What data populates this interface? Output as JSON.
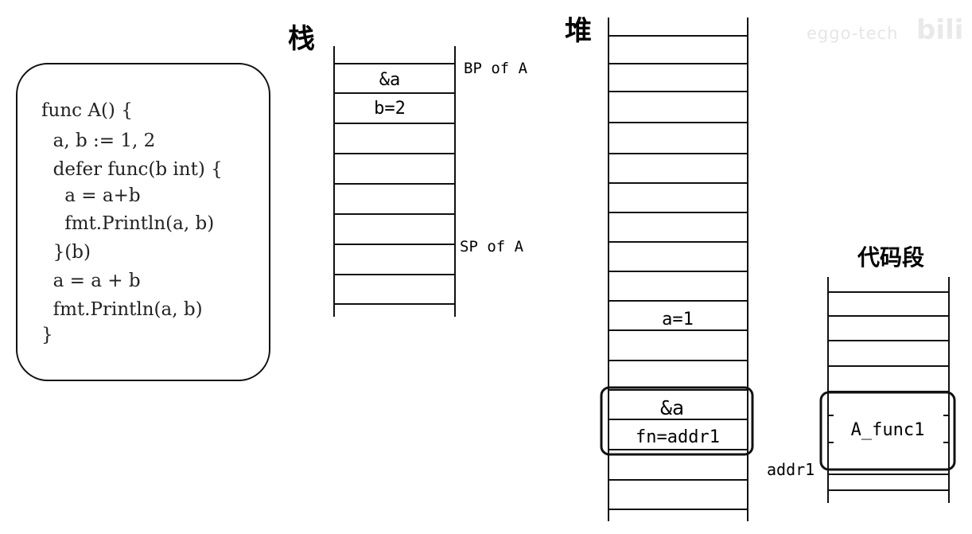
{
  "code": {
    "lines": [
      "func A() {",
      "  a, b := 1, 2",
      "  defer func(b int) {",
      "    a = a+b",
      "    fmt.Println(a, b)",
      "  }(b)",
      "  a = a + b",
      "  fmt.Println(a, b)",
      "}"
    ]
  },
  "stack": {
    "title": "栈",
    "cells": [
      "&a",
      "b=2"
    ],
    "bp_label": "BP of A",
    "sp_label": "SP of A"
  },
  "heap": {
    "title": "堆",
    "a_cell": "a=1",
    "closure_ref": "&a",
    "closure_fn": "fn=addr1"
  },
  "code_segment": {
    "title": "代码段",
    "func_label": "A_func1",
    "addr_label": "addr1"
  },
  "watermark": {
    "text": "eggo-tech",
    "logo": "bilibili"
  }
}
